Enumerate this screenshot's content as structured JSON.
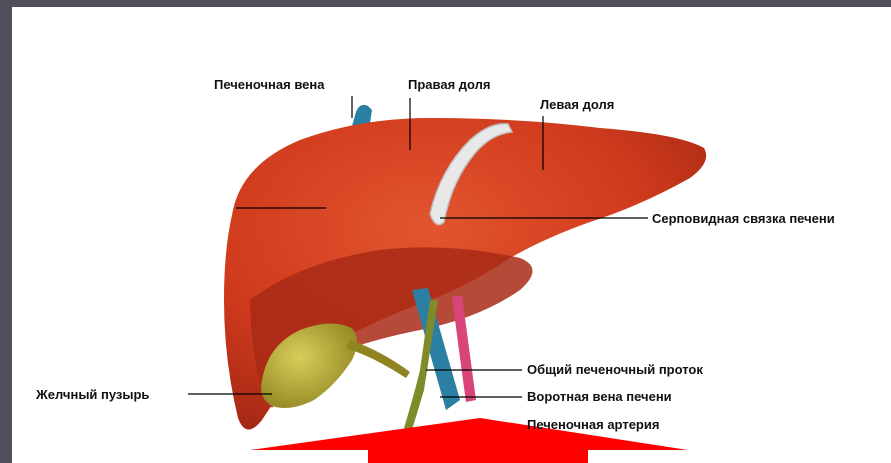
{
  "labels": {
    "hepatic_vein": "Печеночная вена",
    "right_lobe": "Правая доля",
    "left_lobe": "Левая доля",
    "falciform_ligament": "Серповидная связка печени",
    "common_hepatic_duct": "Общий печеночный проток",
    "portal_vein": "Воротная вена печени",
    "hepatic_artery": "Печеночная артерия",
    "gallbladder": "Желчный пузырь"
  },
  "colors": {
    "frame": "#50505a",
    "liver": "#cf3a1c",
    "liver_dark": "#9e2412",
    "gallbladder": "#b5a42a",
    "vein": "#2b7fa3",
    "artery": "#d9457a",
    "duct": "#7f8a2a",
    "arrow": "#ff0000"
  }
}
